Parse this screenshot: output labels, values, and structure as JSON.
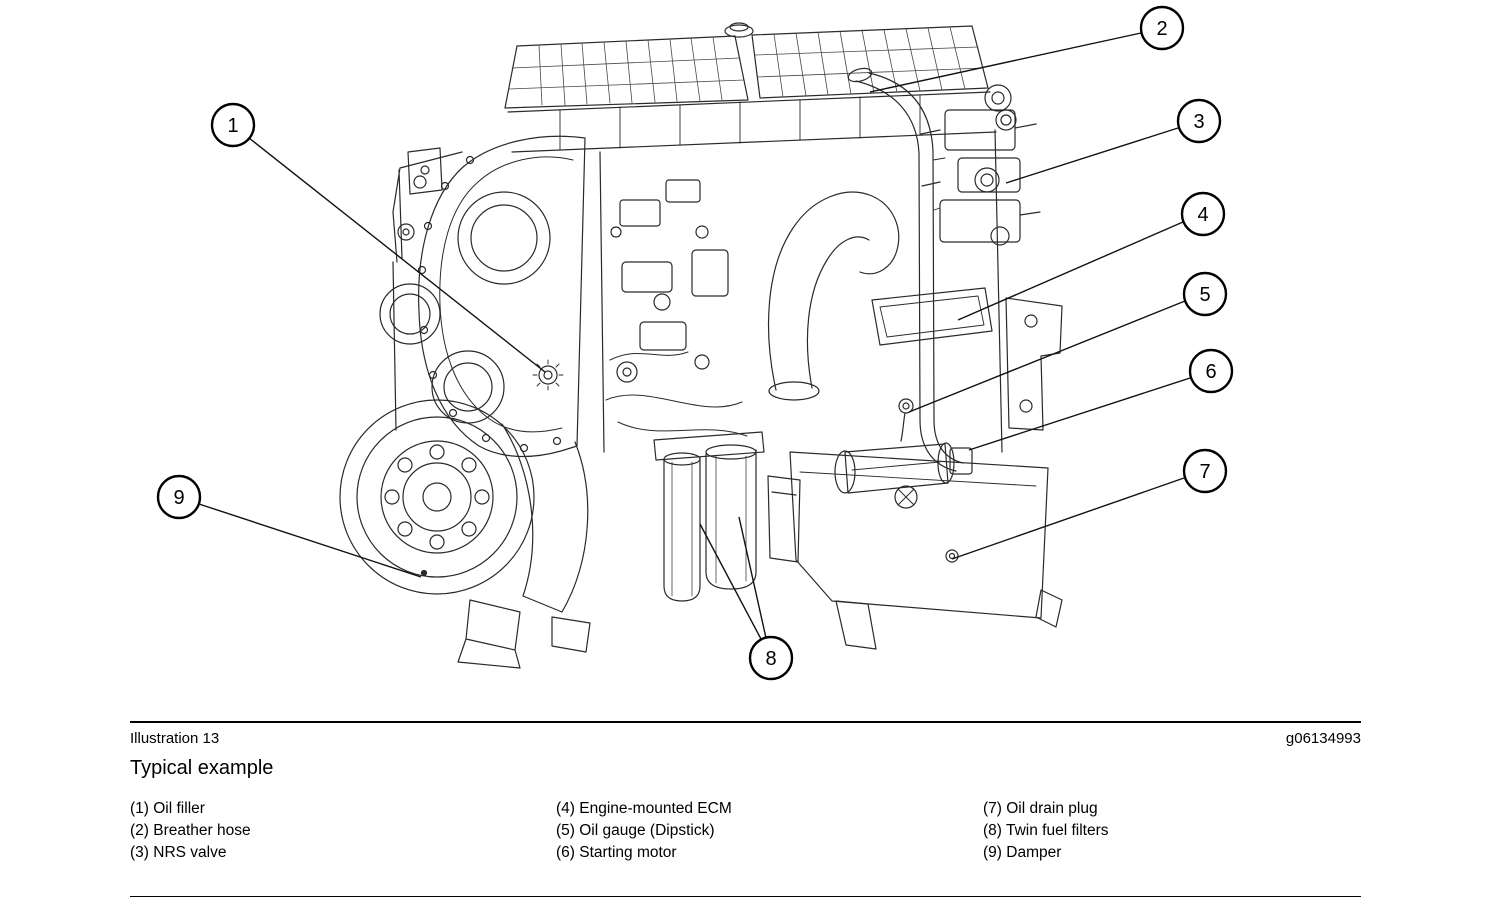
{
  "page": {
    "illustration_label": "Illustration 13",
    "figure_code": "g06134993",
    "caption": "Typical example"
  },
  "callouts": [
    {
      "num": "1",
      "label": "Oil filler"
    },
    {
      "num": "2",
      "label": "Breather hose"
    },
    {
      "num": "3",
      "label": "NRS valve"
    },
    {
      "num": "4",
      "label": "Engine-mounted ECM"
    },
    {
      "num": "5",
      "label": "Oil gauge (Dipstick)"
    },
    {
      "num": "6",
      "label": "Starting motor"
    },
    {
      "num": "7",
      "label": "Oil drain plug"
    },
    {
      "num": "8",
      "label": "Twin fuel filters"
    },
    {
      "num": "9",
      "label": "Damper"
    }
  ],
  "legend": {
    "columns": [
      [
        "(1) Oil filler",
        "(2) Breather hose",
        "(3) NRS valve"
      ],
      [
        "(4) Engine-mounted ECM",
        "(5) Oil gauge (Dipstick)",
        "(6) Starting motor"
      ],
      [
        "(7) Oil drain plug",
        "(8) Twin fuel filters",
        "(9) Damper"
      ]
    ]
  }
}
